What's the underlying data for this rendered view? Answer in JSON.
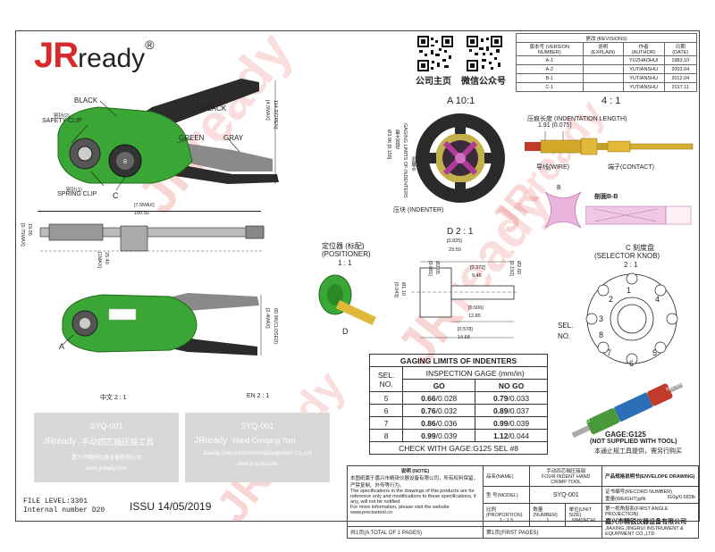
{
  "logo": {
    "jr": "JR",
    "ready": "ready",
    "reg": "®"
  },
  "revisions": {
    "header": "更改 (REVISIONS)",
    "columns": [
      "版本号 (VERSION NUMBER)",
      "说明 (EXPLAIN)",
      "作者 (AUTHOR)",
      "日期 (DATE)"
    ],
    "rows": [
      [
        "A-1",
        "",
        "YUZHAOHUI",
        "1983.10"
      ],
      [
        "A-2",
        "",
        "YUTIANSHU",
        "2003.04"
      ],
      [
        "B-1",
        "",
        "YUTIANSHU",
        "2012.04"
      ],
      [
        "C-1",
        "",
        "YUTIANSHU",
        "2017.11"
      ]
    ]
  },
  "qr": {
    "left_label": "公司主页",
    "right_label": "微信公众号"
  },
  "tool_labels": {
    "black_top": "BLACK",
    "black_right": "BLACK",
    "safety_clip": "SAFETY CLIP",
    "safety_clip_cn": "别针(2)",
    "green": "GREEN",
    "gray": "GRAY",
    "spring_clip": "SPRING CLIP",
    "spring_clip_cn": "别针(1)",
    "c_label": "C",
    "a_label": "A",
    "d_label": "D",
    "dim_width_in": "[7.5MAX]",
    "dim_width_mm": "190.50",
    "dim_height_in": "[4.5MAX]",
    "dim_height_mm": "114.3(OPEN)",
    "dim_thick_in": "[0.75MAX]",
    "dim_thick_mm": "19.05",
    "dim_handle_in": "[1MAX]",
    "dim_handle_mm": "25.40",
    "dim_closed_in": "[2.4MAX]",
    "dim_closed_mm": "60.96(CLOSED)",
    "cn_scale": "中文 2 : 1",
    "en_scale": "EN 2 : 1"
  },
  "view_a": {
    "title": "A 10:1",
    "dim1": "Ø3.96 [0.156]",
    "dim1_cn": "最大直径",
    "dim2": "GAGING LIMITS OF INDENTERS",
    "dim2_cn": "测量点",
    "indenter": "压块 (INDENTER)"
  },
  "view_41": {
    "title": "4 : 1",
    "ind_length": "压痕长度 (INDENTATION LENGTH)",
    "ind_value": "1.91 (0.075)",
    "wire": "导线(WIRE)",
    "contact": "端子(CONTACT)",
    "section": "剖面B-B",
    "b": "B"
  },
  "positioner": {
    "cn": "定位器 (标配)",
    "en": "(POSITIONER)",
    "scale": "1 : 1"
  },
  "view_d": {
    "title": "D 2 : 1",
    "d1_in": "[0.925]",
    "d1_mm": "23.50",
    "d2_in": "[0.372]",
    "d2_mm": "9.45",
    "d3_in": "[0.081]",
    "d3_mm": "Ø2.05",
    "d4_in": "[0.192]",
    "d4_mm": "Ø2.60",
    "d5_in": "[0.043]",
    "d5_mm": "Ø1.10",
    "d6_in": "[0.506]",
    "d6_mm": "12.85",
    "d7_in": "[0.578]",
    "d7_mm": "14.68"
  },
  "selector": {
    "title1": "C 刻度盘",
    "title2": "(SELECTOR KNOB)",
    "scale": "2 : 1",
    "sel": "SEL.",
    "no": "NO.",
    "numbers": [
      "1",
      "2",
      "3",
      "4",
      "5",
      "6",
      "7",
      "8"
    ]
  },
  "gage_table": {
    "title": "GAGING LIMITS OF INDENTERS",
    "sel": "SEL.",
    "no": "NO.",
    "inspection": "INSPECTION GAGE (mm/in)",
    "go": "GO",
    "nogo": "NO GO",
    "rows": [
      {
        "sel": "5",
        "go_mm": "0.66",
        "go_in": "/0.028",
        "nogo_mm": "0.79",
        "nogo_in": "/0.033"
      },
      {
        "sel": "6",
        "go_mm": "0.76",
        "go_in": "/0.032",
        "nogo_mm": "0.89",
        "nogo_in": "/0.037"
      },
      {
        "sel": "7",
        "go_mm": "0.86",
        "go_in": "/0.036",
        "nogo_mm": "0.99",
        "nogo_in": "/0.039"
      },
      {
        "sel": "8",
        "go_mm": "0.99",
        "go_in": "/0.039",
        "nogo_mm": "1.12",
        "nogo_in": "/0.044"
      }
    ],
    "footer": "CHECK WITH GAGE:G125 SEL #8"
  },
  "gage_pin": {
    "title": "GAGE:G125",
    "note": "(NOT SUPPLIED WITH TOOL)",
    "cn": "本通止规工具提供，需另行购买",
    "go": "GO",
    "nogo": "NO GO"
  },
  "cards": [
    {
      "model": "SYQ-001",
      "brand": "JRready",
      "name": "手动四芯轴压接工具",
      "company": "嘉兴市精锐仪器设备有限公司",
      "url": "www.jrready.com"
    },
    {
      "model": "SYQ-001",
      "brand": "JRready",
      "name": "Hand Crimping Tool",
      "company": "Jiaxing Jingrui Instrument&Equipment Co.,Ltd",
      "url": "www.jrready.com"
    }
  ],
  "file_info": {
    "level": "FILE LEVEL:3301",
    "internal": "Internal number D20",
    "issu": "ISSU 14/05/2019"
  },
  "title_block": {
    "notes_label": "说明 (NOTE)",
    "notes_cn": "本图纸属于嘉兴市精锐仪器设备有限公司，所有权利保留，严禁复制、外传等行为。",
    "notes_en": "The specifications in the drawings of this products are for reference only and modifications to these specifications, if any, will not be notified.",
    "notes_en2": "For more information, please visit the website www.precisetool.cn",
    "name_label": "品名(NAME)",
    "name_cn": "手动四芯轴压接钳",
    "name_en": "FOUR INDENT HAND CRIMP TOOL",
    "model_label": "型 号(MODEL)",
    "model": "SYQ-001",
    "ratio_label": "比例(PROPORTION)",
    "qty_label": "数量(NUMBER)",
    "unit_label": "单位(UNIT SIZE)",
    "ratio": "1 : 1.5",
    "qty": "1",
    "unit": "MM(INCH)",
    "pages": "共1页(A TOTAL OF 1 PAGES)",
    "page": "第1页(FIRST PAGES)",
    "spec_title": "产品规格说明书(ENVELOPE DRAWING)",
    "cert_label": "证书编号(RECORD NUMBER)",
    "weight_label": "重量(WEIGHT)g/lb",
    "weight": "310g/0.683lb",
    "proj_label": "第一视角投影(FIRST ANGLE PROJECTION)",
    "company_cn": "嘉兴市精锐仪器设备有限公司",
    "company_en": "JIAXING JINGRUI INSTRUMENT & EQUIPMENT CO.,LTD"
  },
  "colors": {
    "brand_red": "#d62b2b",
    "tool_green": "#3aa635",
    "gage_blue": "#2c6fb8",
    "gage_green": "#4a9a3c"
  }
}
